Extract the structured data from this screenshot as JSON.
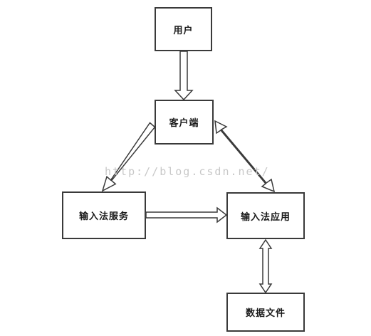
{
  "nodes": {
    "user": "用户",
    "client": "客户端",
    "ime_service": "输入法服务",
    "ime_app": "输入法应用",
    "data_file": "数据文件"
  },
  "watermark": "http://blog.csdn.net/",
  "colors": {
    "stroke": "#3a3a3a",
    "fill": "#ffffff",
    "watermark": "#c8c8c8"
  }
}
